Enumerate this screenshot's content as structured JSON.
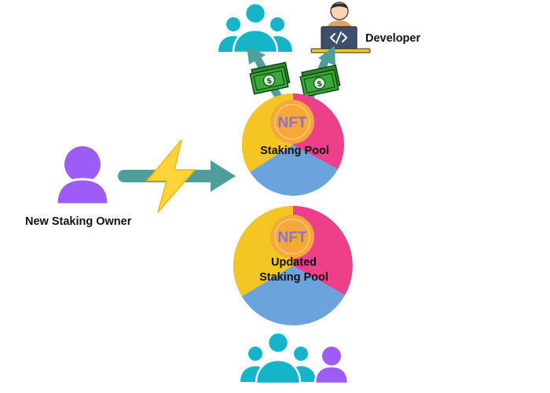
{
  "labels": {
    "developer": "Developer",
    "new_staking_owner": "New Staking Owner",
    "staking_pool": "Staking Pool",
    "updated_pool_line1": "Updated",
    "updated_pool_line2": "Staking Pool"
  },
  "nft_badge": {
    "text": "NFT"
  },
  "colors": {
    "pool_yellow": "#F3C623",
    "pool_pink": "#EE3F8A",
    "pool_blue": "#6BA3DC",
    "nft_orange": "#F6A83A",
    "nft_text": "#8E6FD6",
    "arrow_teal": "#4E9E9A",
    "person_purple": "#9D5CF5",
    "group_teal": "#16B4C9",
    "money_green": "#2E8B2E",
    "lightning_yellow": "#FFD43B"
  }
}
